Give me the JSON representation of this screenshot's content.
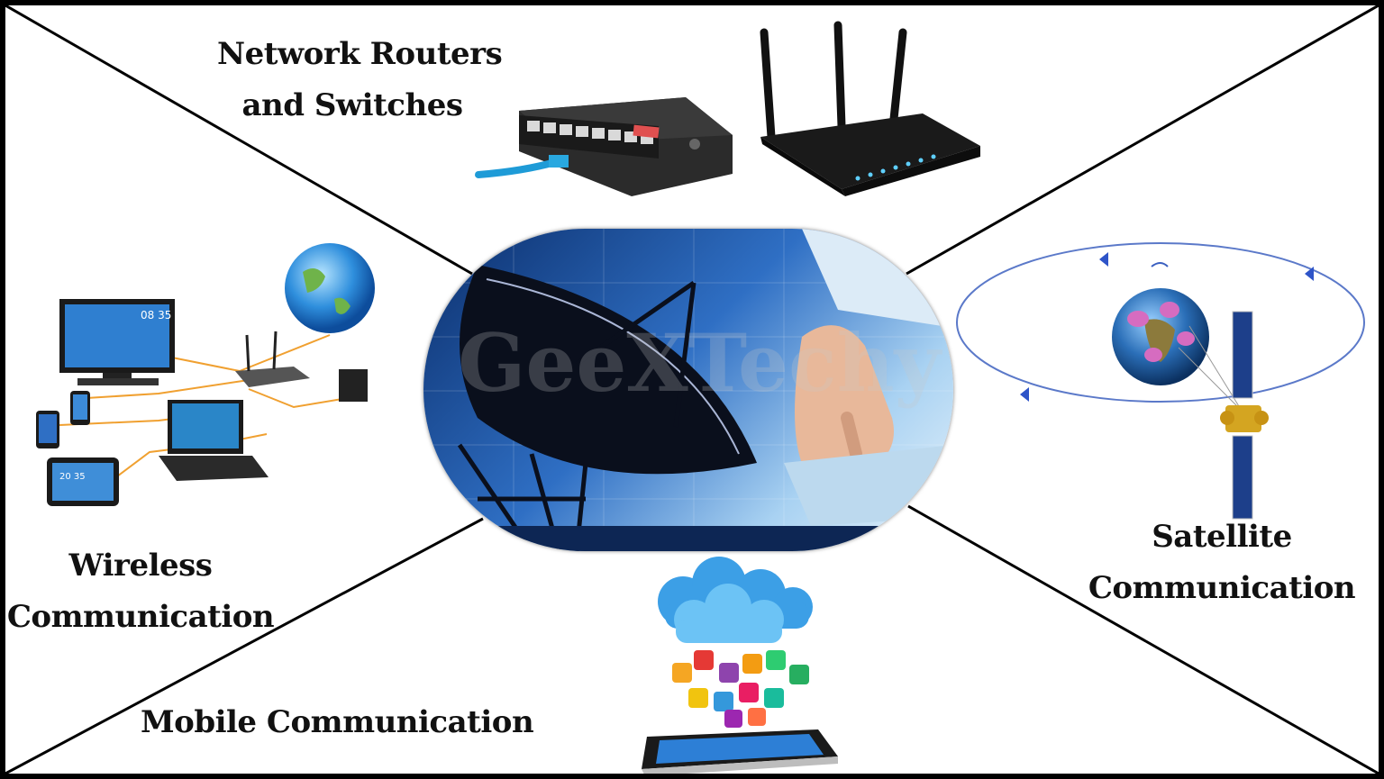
{
  "labels": {
    "routers": [
      "Network Routers",
      "and Switches"
    ],
    "wireless": [
      "Wireless",
      "Communication"
    ],
    "satellite": [
      "Satellite",
      "Communication"
    ],
    "mobile": "Mobile Communication"
  },
  "watermark": "GeeXTechy",
  "colors": {
    "background": "#ffffff",
    "border": "#000000",
    "dish_blue": "#2f6fc4",
    "cloud_blue": "#4aa8e8",
    "cable_blue": "#1e9bd7"
  }
}
